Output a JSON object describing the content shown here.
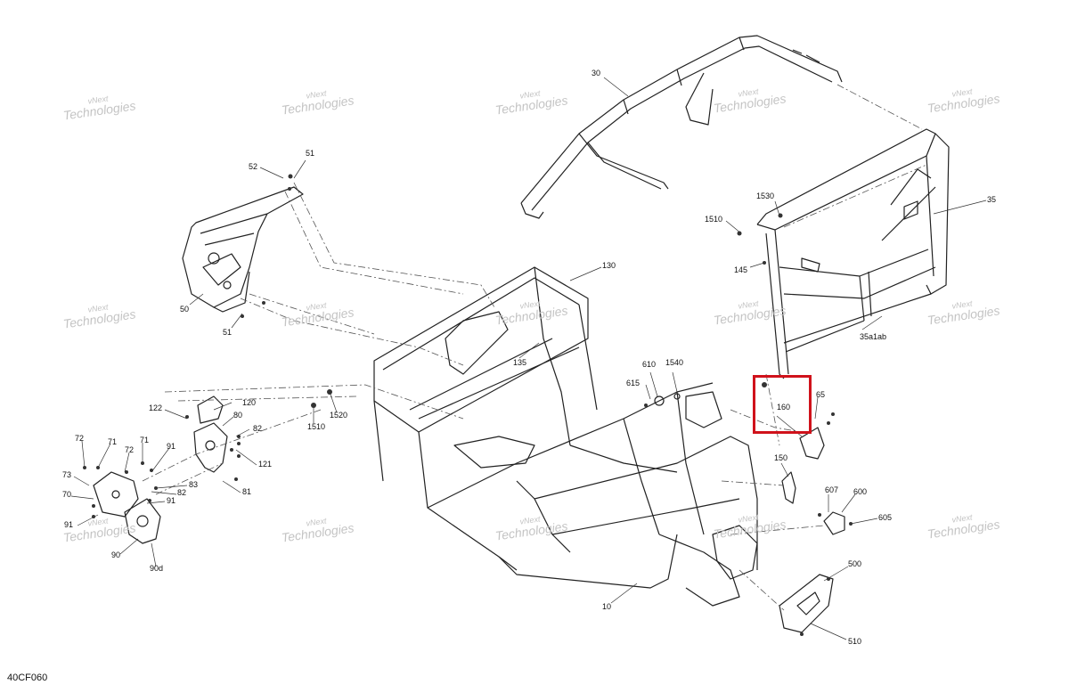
{
  "figure_code": "40CF060",
  "watermark": {
    "line1": "vNext",
    "line2": "Technologies"
  },
  "highlight_color": "#d0121b",
  "callouts": {
    "c30": "30",
    "c35": "35",
    "c1530": "1530",
    "c1510": "1510",
    "c145": "145",
    "c35a1ab": "35a1ab",
    "c51a": "51",
    "c52": "52",
    "c50": "50",
    "c51b": "51",
    "c130": "130",
    "c135": "135",
    "c610": "610",
    "c1540": "1540",
    "c615": "615",
    "c160": "160",
    "c65": "65",
    "c150": "150",
    "c607": "607",
    "c600": "600",
    "c605": "605",
    "c500": "500",
    "c510": "510",
    "c10": "10",
    "c120": "120",
    "c122": "122",
    "c80": "80",
    "c82a": "82",
    "c121": "121",
    "c1520": "1520",
    "c1510b": "1510",
    "c72a": "72",
    "c71a": "71",
    "c71b": "71",
    "c72b": "72",
    "c91a": "91",
    "c73": "73",
    "c70": "70",
    "c83": "83",
    "c82b": "82",
    "c81": "81",
    "c91b": "91",
    "c91c": "91",
    "c90": "90",
    "c90d": "90d"
  }
}
